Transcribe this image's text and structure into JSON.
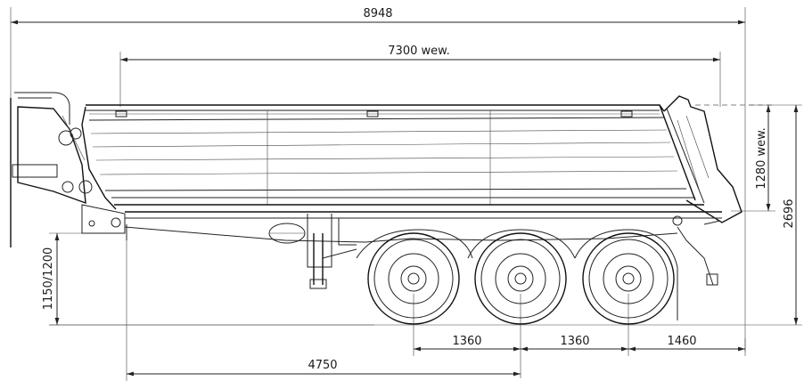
{
  "dimensions": {
    "overall_length": "8948",
    "body_inner_length": "7300 wew.",
    "body_inner_height": "1280 wew.",
    "overall_height": "2696",
    "coupling_height": "1150/1200",
    "axle_spacing_1": "1360",
    "axle_spacing_2": "1360",
    "rear_overhang": "1460",
    "kingpin_to_middle_axle": "4750"
  },
  "colors": {
    "line": "#222222",
    "background": "#ffffff"
  }
}
